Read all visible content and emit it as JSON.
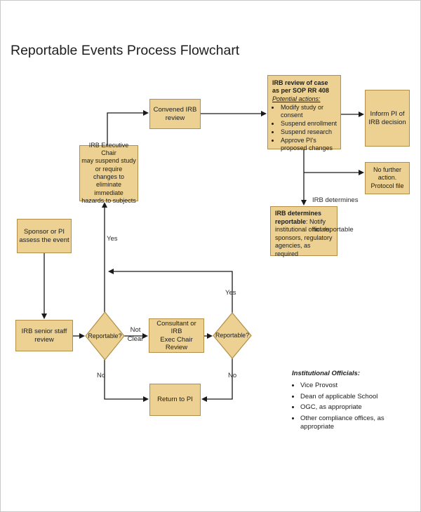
{
  "page": {
    "title": "Reportable Events Process Flowchart"
  },
  "colors": {
    "box_fill": "#ecd192",
    "box_border": "#b28e46",
    "line": "#1a1a1a"
  },
  "nodes": {
    "convened": {
      "line1": "Convened IRB",
      "line2": "review"
    },
    "irb_review": {
      "title_line1": "IRB review of case",
      "title_line2": "as per SOP RR 408",
      "subtitle": "Potential actions:",
      "bullets": [
        "Modify study or consent",
        "Suspend enrollment",
        "Suspend research",
        "Approve PI's proposed changes"
      ]
    },
    "inform_pi": {
      "line1": "Inform PI of",
      "line2": "IRB decision"
    },
    "exec_chair": {
      "lines": [
        "IRB Executive Chair",
        "may suspend study",
        "or require",
        "changes to",
        "eliminate immediate",
        "hazards to subjects"
      ]
    },
    "no_further": {
      "line1": "No further action.",
      "line2": "Protocol file"
    },
    "determines_reportable": {
      "bold": "IRB determines reportable",
      "rest": ": Notify institutional officials, sponsors, regulatory agencies, as required"
    },
    "sponsor": {
      "line1": "Sponsor or PI",
      "line2": "assess the event"
    },
    "senior_staff": {
      "line1": "IRB senior staff",
      "line2": "review"
    },
    "consultant": {
      "line1": "Consultant or IRB",
      "line2": "Exec Chair Review"
    },
    "return_pi": {
      "label": "Return to PI"
    },
    "decision1": {
      "label": "Reportable?"
    },
    "decision2": {
      "label": "Reportable?"
    }
  },
  "edge_labels": {
    "yes1": "Yes",
    "yes2": "Yes",
    "no1": "No",
    "no2": "No",
    "not_clear_line1": "Not",
    "not_clear_line2": "Clear",
    "not_reportable_line1": "IRB determines",
    "not_reportable_line2": "not reportable"
  },
  "legend": {
    "heading": "Institutional Officials:",
    "items": [
      "Vice Provost",
      "Dean of applicable School",
      "OGC, as appropriate",
      "Other compliance offices, as appropriate"
    ]
  }
}
